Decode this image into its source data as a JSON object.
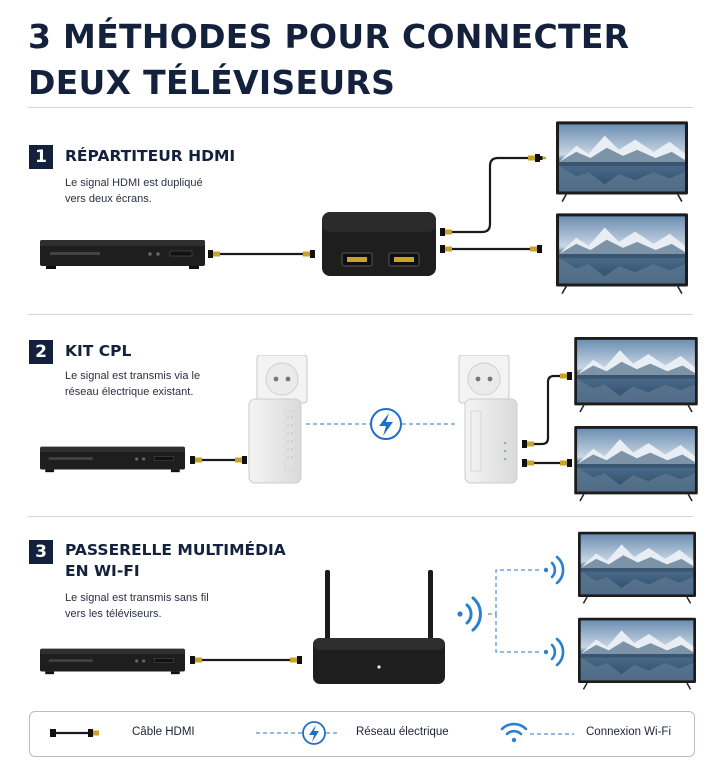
{
  "title": {
    "line1": "3 MÉTHODES POUR CONNECTER",
    "line2": "DEUX TÉLÉVISEURS"
  },
  "sections": [
    {
      "number": "1",
      "title_line1": "RÉPARTITEUR HDMI",
      "title_line2": "",
      "desc_line1": "Le signal HDMI est dupliqué",
      "desc_line2": "vers deux écrans."
    },
    {
      "number": "2",
      "title_line1": "KIT CPL",
      "title_line2": "",
      "desc_line1": "Le signal est transmis via le",
      "desc_line2": "réseau électrique existant."
    },
    {
      "number": "3",
      "title_line1": "PASSERELLE MULTIMÉDIA",
      "title_line2": "EN WI-FI",
      "desc_line1": "Le signal est transmis sans fil",
      "desc_line2": "vers les téléviseurs."
    }
  ],
  "legend": {
    "hdmi": "Câble HDMI",
    "power": "Réseau électrique",
    "wifi": "Connexion Wi-Fi"
  },
  "colors": {
    "navy": "#14213d",
    "accent_blue": "#1f6fc4",
    "wifi_blue": "#2a7fd0",
    "cable": "#1a1a1a",
    "gold": "#c9a227"
  },
  "icons": [
    "lightning-icon",
    "wifi-icon",
    "hdmi-cable-icon"
  ]
}
